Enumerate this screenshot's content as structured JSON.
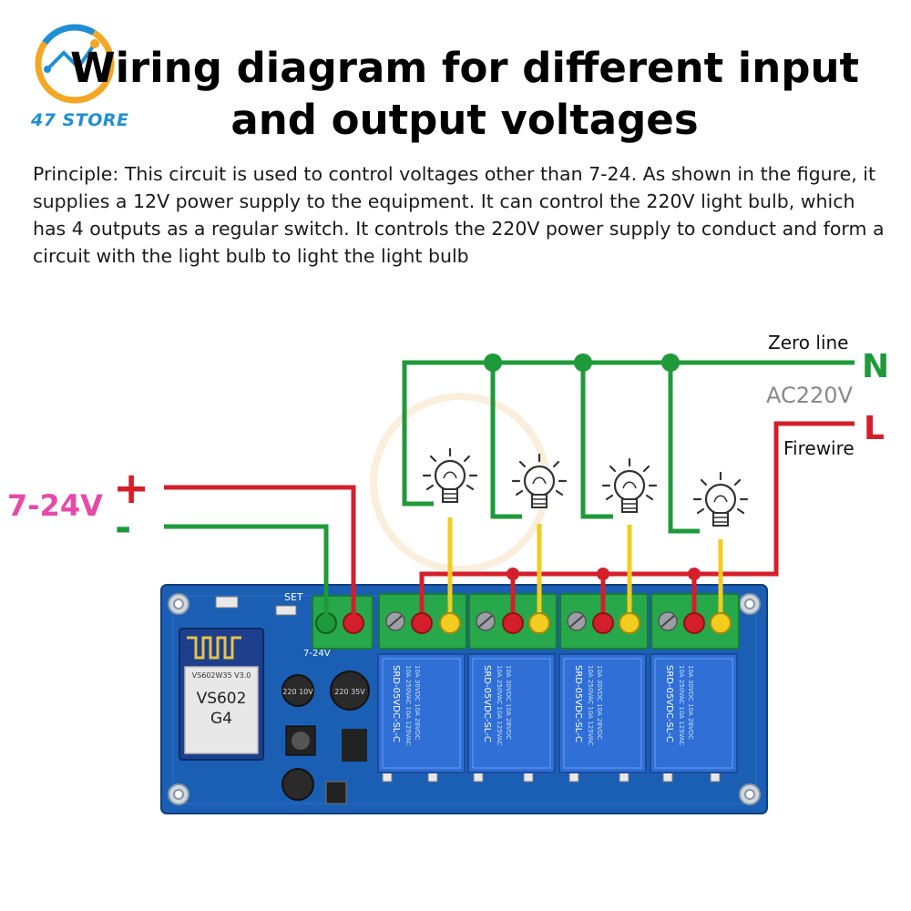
{
  "logo": {
    "text": "47 STORE",
    "color": "#1e8fd6",
    "accent": "#f5a623"
  },
  "title": "Wiring diagram for different input and output voltages",
  "principle": "Principle: This circuit is used to control voltages other than 7-24. As shown in the figure, it supplies a 12V power supply to the equipment. It can control the 220V light bulb, which has 4 outputs as a regular switch. It controls the 220V power supply to conduct and form a circuit with the light bulb to light the light bulb",
  "input": {
    "voltage": "7-24V",
    "plus": "+",
    "minus": "-"
  },
  "mains": {
    "zero_line": "Zero line",
    "n_label": "N",
    "ac_label": "AC220V",
    "l_label": "L",
    "firewire": "Firewire"
  },
  "board": {
    "module_small": "VS602W35 V3.0",
    "module_line1": "VS602",
    "module_line2": "G4",
    "set_label": "SET",
    "power_pins": "7-24V",
    "relay_text_1": "SRD-05VDC-SL-C",
    "relay_text_2": "10A 250VAC 10A 125VAC",
    "relay_text_3": "10A 30VDC 10A 28VDC",
    "cap_text_1": "220 35V",
    "cap_text_2": "220 10V"
  },
  "colors": {
    "neutral_wire": "#1f9a3a",
    "live_wire": "#d41f2b",
    "lamp_wire": "#f2cc1f",
    "board": "#1a5fb4",
    "terminal": "#27a84a",
    "relay": "#2f6fd6",
    "input_label": "#e64aa8"
  }
}
